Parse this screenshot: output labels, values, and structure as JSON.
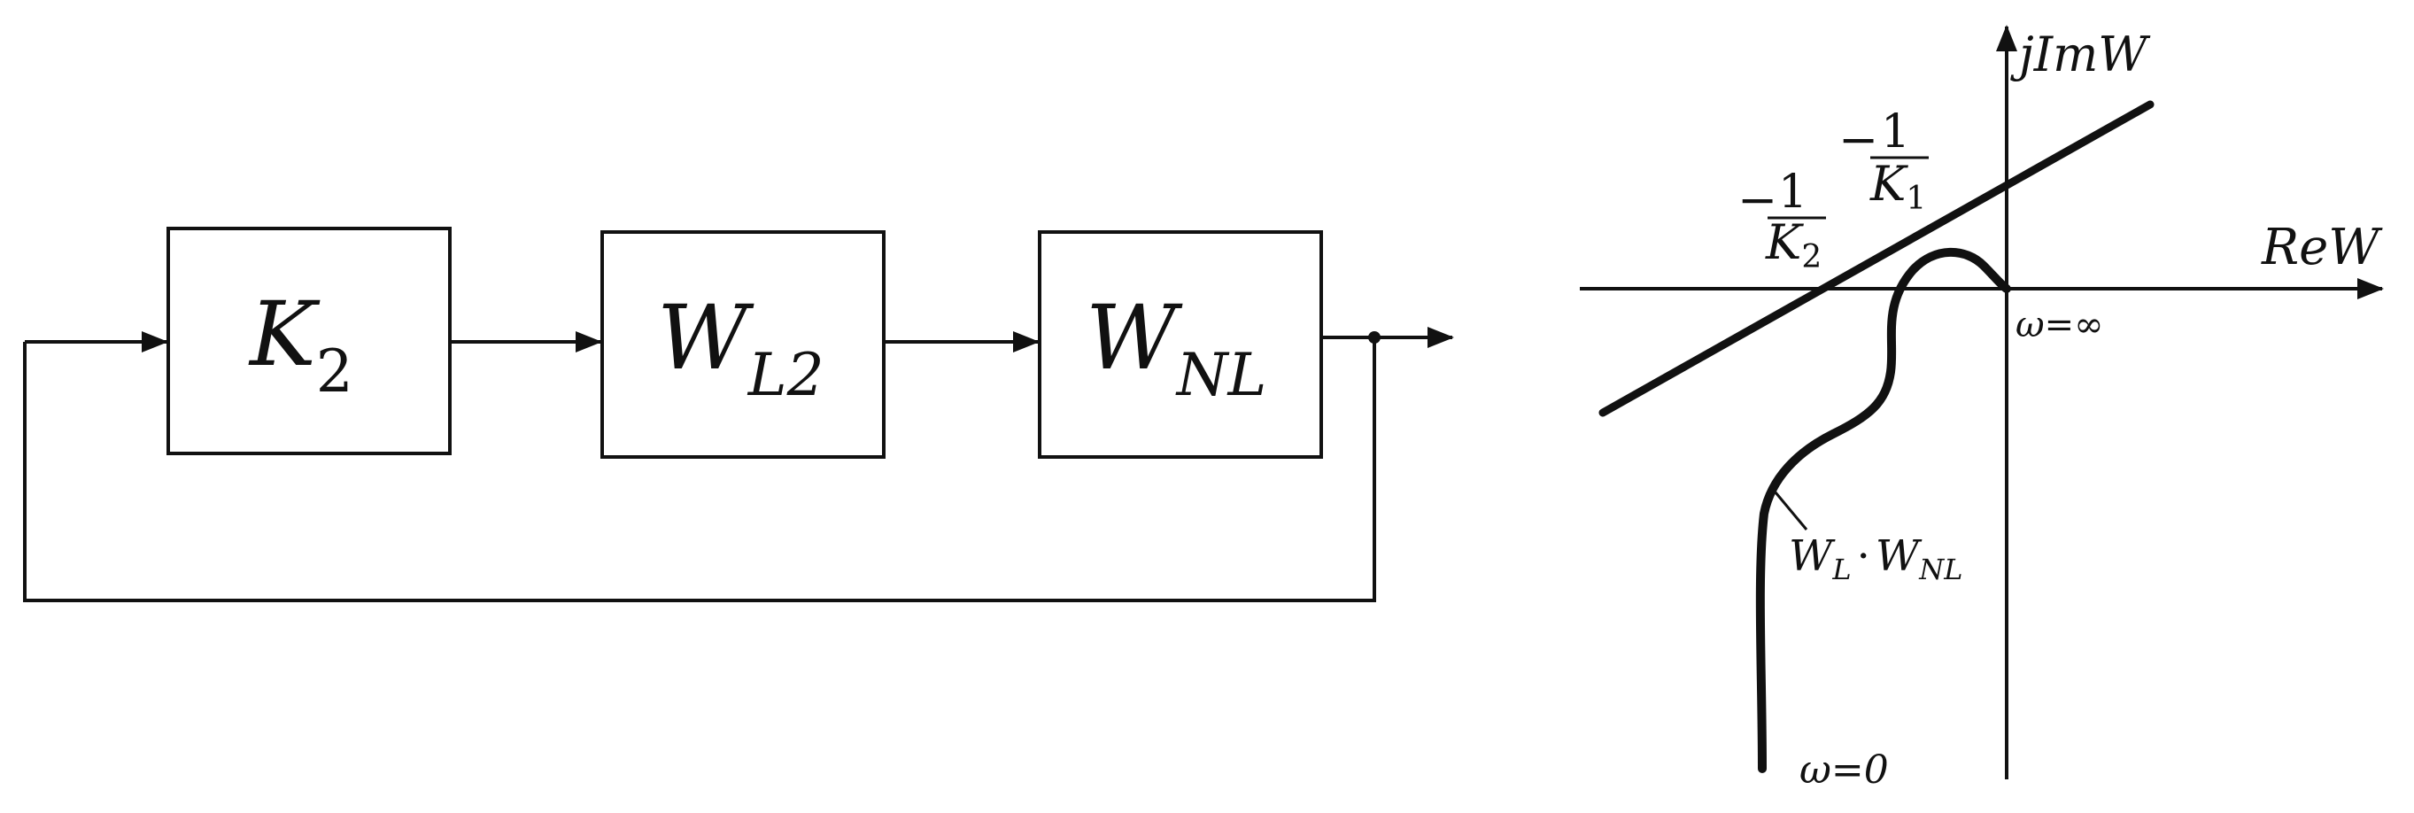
{
  "block_diagram": {
    "blocks": [
      {
        "main": "K",
        "sub": "2"
      },
      {
        "main": "W",
        "sub": "L2"
      },
      {
        "main": "W",
        "sub": "NL"
      }
    ]
  },
  "plot": {
    "imag_axis_label": "jImW",
    "real_axis_label": "ReW",
    "label_k1": {
      "minus": "−",
      "num": "1",
      "den": "K",
      "den_sub": "1"
    },
    "label_k2": {
      "minus": "−",
      "num": "1",
      "den": "K",
      "den_sub": "2"
    },
    "omega_inf": "ω=∞",
    "omega_zero": "ω=0",
    "curve_label": {
      "w1": "W",
      "sub1": "L",
      "dot": "·",
      "w2": "W",
      "sub2": "NL"
    }
  }
}
